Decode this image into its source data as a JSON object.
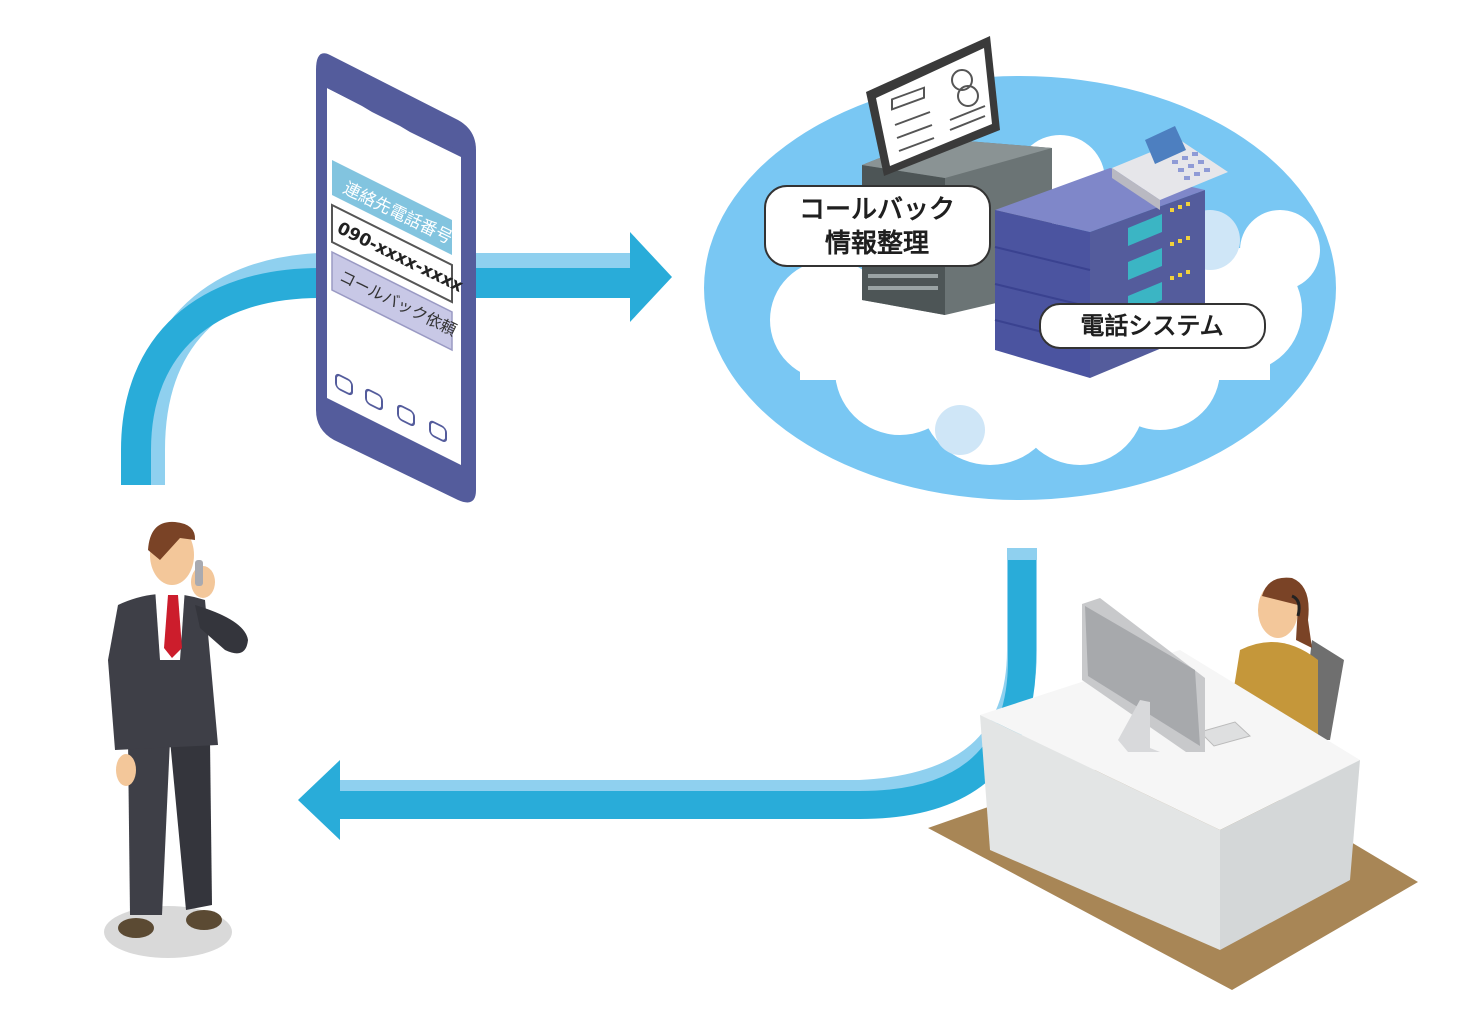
{
  "phone": {
    "field_label": "連絡先電話番号",
    "number": "090-xxxx-xxxx",
    "button_label": "コールバック依頼"
  },
  "cloud": {
    "label_info_line1": "コールバック",
    "label_info_line2": "情報整理",
    "label_phone_system": "電話システム"
  },
  "colors": {
    "arrow": "#29acd9",
    "arrow_shadow": "#8fd0ef",
    "phone_body": "#545c9c",
    "cloud_sky": "#79c7f3",
    "suit": "#3e3f47",
    "tie": "#cc1d2c",
    "desk_floor": "#a88656"
  }
}
